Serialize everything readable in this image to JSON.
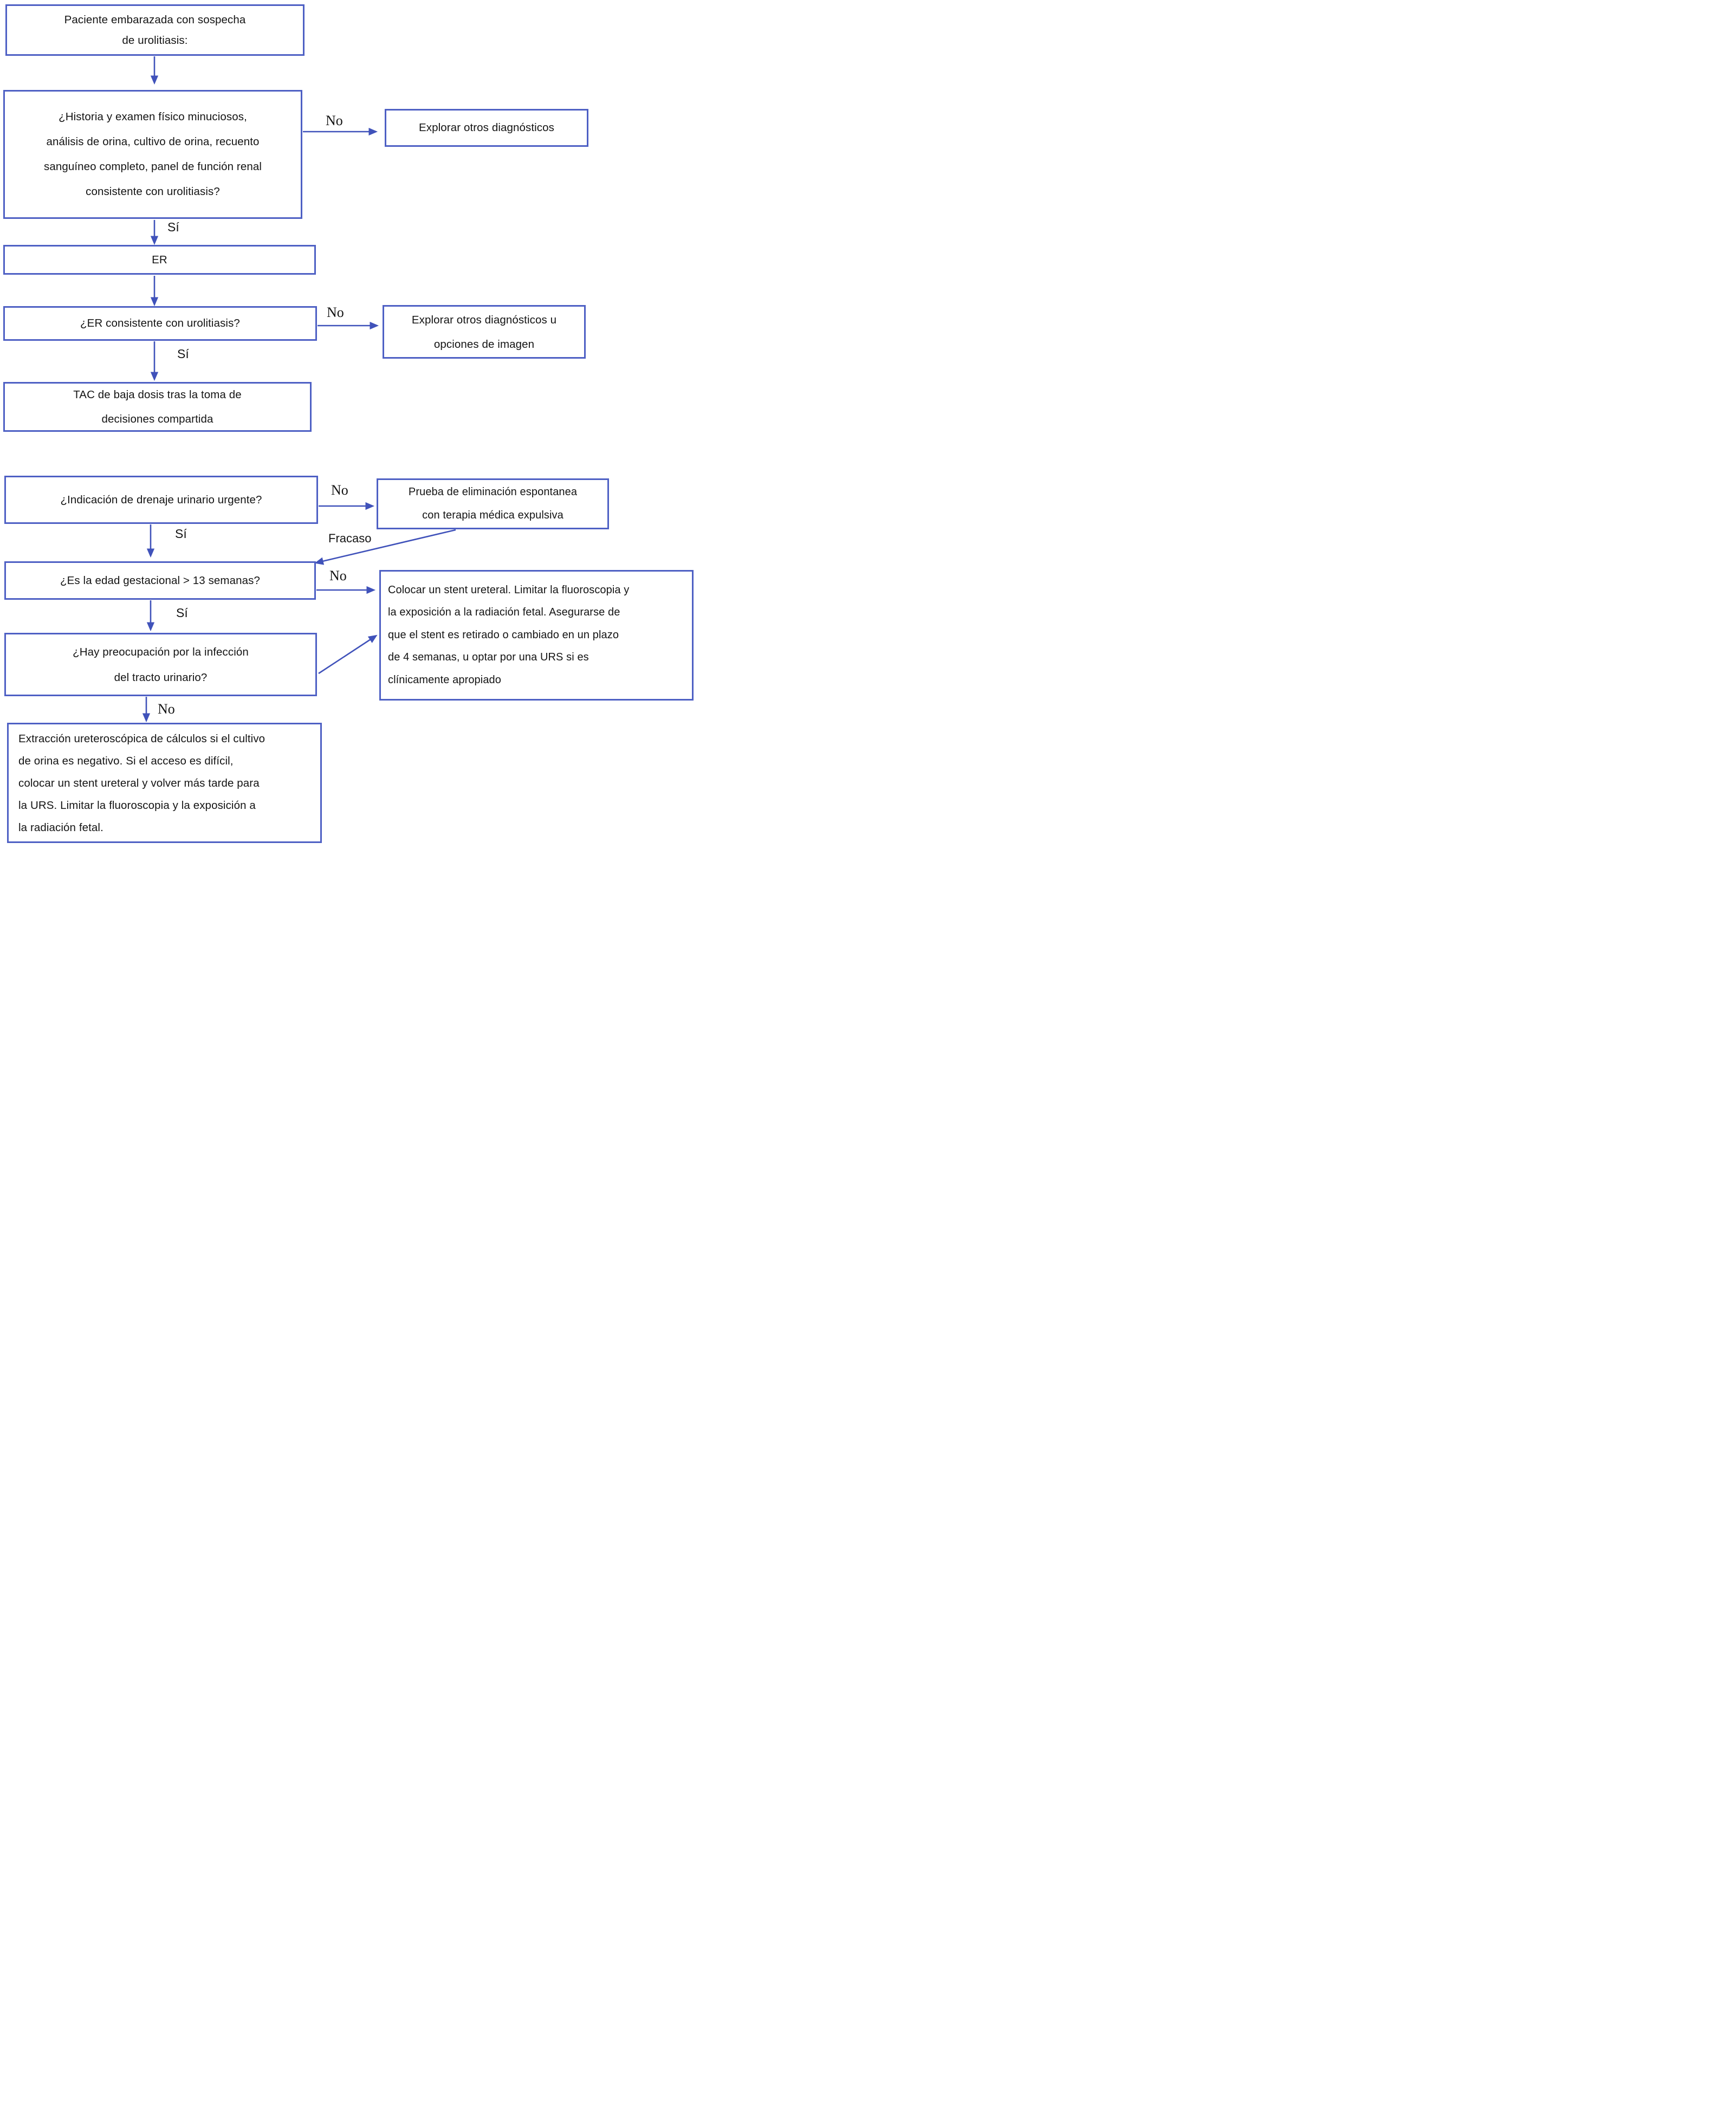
{
  "colors": {
    "box_border": "#4e60c4",
    "arrow": "#4052ba",
    "text": "#141414",
    "background": "#ffffff"
  },
  "flow": {
    "nodes": [
      {
        "id": "start",
        "lines": [
          "Paciente embarazada con sospecha",
          "de urolitiasis:"
        ]
      },
      {
        "id": "historia-examen",
        "lines": [
          "¿Historia y examen físico minuciosos,",
          "análisis de orina, cultivo de orina, recuento",
          "sanguíneo completo, panel de función renal",
          "consistente con urolitiasis?"
        ]
      },
      {
        "id": "explorar-otros-diagnosticos",
        "lines": [
          "Explorar otros diagnósticos"
        ]
      },
      {
        "id": "er",
        "lines": [
          "ER"
        ]
      },
      {
        "id": "er-consistente",
        "lines": [
          "¿ER consistente con urolitiasis?"
        ]
      },
      {
        "id": "explorar-diagnosticos-imagen",
        "lines": [
          "Explorar otros diagnósticos u",
          "opciones de imagen"
        ]
      },
      {
        "id": "tac-baja-dosis",
        "lines": [
          "TAC de baja dosis tras la toma de",
          "decisiones compartida"
        ]
      },
      {
        "id": "drenaje-urgente",
        "lines": [
          "¿Indicación de drenaje urinario urgente?"
        ]
      },
      {
        "id": "prueba-eliminacion",
        "lines": [
          "Prueba de eliminación espontanea",
          "con terapia médica expulsiva"
        ]
      },
      {
        "id": "edad-gestacional",
        "lines": [
          "¿Es la edad gestacional > 13 semanas?"
        ]
      },
      {
        "id": "colocar-stent",
        "lines": [
          "Colocar un stent ureteral. Limitar la fluoroscopia y",
          "la exposición a la radiación fetal. Asegurarse de",
          "que el stent es retirado o cambiado en un plazo",
          "de 4 semanas, u optar por una URS si es",
          "clínicamente apropiado"
        ]
      },
      {
        "id": "infeccion-tracto-urinario",
        "lines": [
          "¿Hay preocupación por la infección",
          "del tracto urinario?"
        ]
      },
      {
        "id": "extraccion-ureteroscopica",
        "lines": [
          "Extracción ureteroscópica de cálculos si el cultivo",
          "de orina es negativo. Si el acceso es difícil,",
          "colocar un stent ureteral y volver más tarde para",
          "la URS. Limitar la fluoroscopia y la exposición a",
          "la radiación fetal."
        ]
      }
    ],
    "edge_labels": {
      "no": "No",
      "si": "Sí",
      "fracaso": "Fracaso"
    }
  }
}
